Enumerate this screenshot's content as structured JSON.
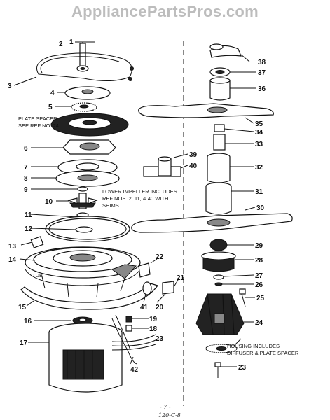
{
  "watermark": "AppliancePartsPros.com",
  "notes": {
    "plate_spacer": [
      "PLATE SPACER",
      "SEE REF NO. 24"
    ],
    "lower_impeller": [
      "LOWER IMPELLER INCLUDES",
      "REF NOS. 2, 11, & 40 WITH",
      "SHIMS"
    ],
    "housing": [
      "HOUSING INCLUDES",
      "DIFFUSER & PLATE SPACER"
    ],
    "tub": "TUB"
  },
  "callouts": {
    "c1": "1",
    "c2": "2",
    "c3": "3",
    "c4": "4",
    "c5": "5",
    "c6": "6",
    "c7": "7",
    "c8": "8",
    "c9": "9",
    "c10": "10",
    "c11": "11",
    "c12": "12",
    "c13": "13",
    "c14": "14",
    "c15": "15",
    "c16": "16",
    "c17": "17",
    "c18": "18",
    "c19": "19",
    "c20": "20",
    "c21": "21",
    "c22": "22",
    "c23a": "23",
    "c23b": "23",
    "c24": "24",
    "c25": "25",
    "c26": "26",
    "c27": "27",
    "c28": "28",
    "c29": "29",
    "c30": "30",
    "c31": "31",
    "c32": "32",
    "c33": "33",
    "c34": "34",
    "c35": "35",
    "c36": "36",
    "c37": "37",
    "c38": "38",
    "c39": "39",
    "c40": "40",
    "c41": "41",
    "c42": "42"
  },
  "footer": {
    "page_mark": "- 7 -",
    "handwritten": "120-C-8"
  }
}
